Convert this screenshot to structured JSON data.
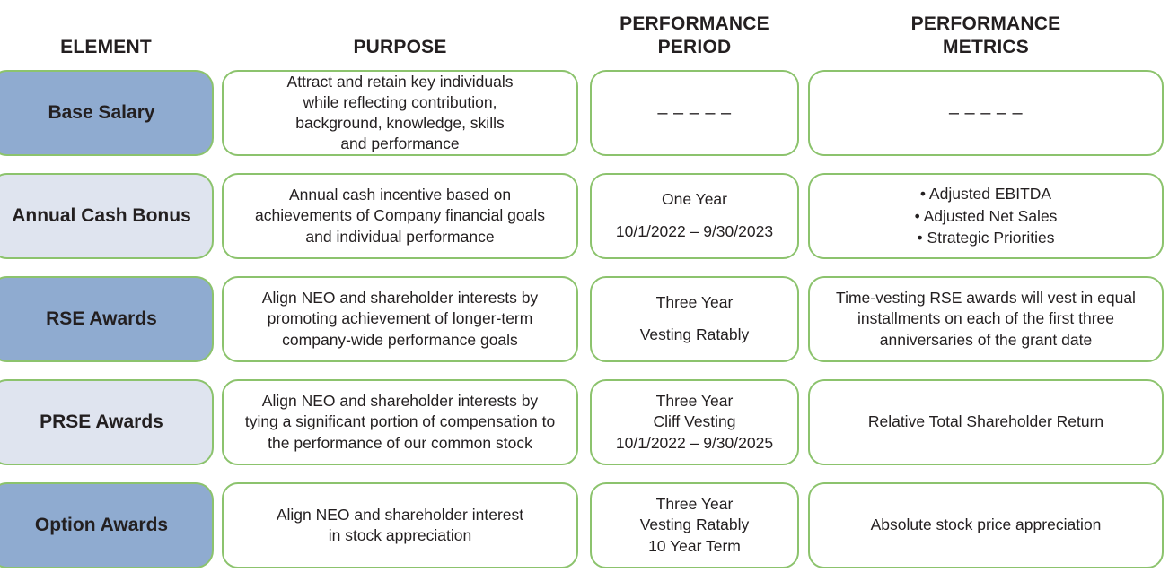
{
  "colors": {
    "border_green": "#8cc36d",
    "pill_dark_blue": "#8fabd0",
    "pill_light_blue": "#dfe4ef",
    "text_dark": "#231f20",
    "background": "#ffffff"
  },
  "headers": {
    "element": "ELEMENT",
    "purpose": "PURPOSE",
    "performance_period": "PERFORMANCE\nPERIOD",
    "performance_metrics": "PERFORMANCE\nMETRICS"
  },
  "rows": [
    {
      "element": "Base Salary",
      "purpose": "Attract and retain key individuals\nwhile reflecting contribution,\nbackground, knowledge, skills\nand performance",
      "performance_period": "– – – – –",
      "performance_metrics": "– – – – –",
      "shade": "dark"
    },
    {
      "element": "Annual Cash Bonus",
      "purpose": "Annual cash incentive based on\nachievements of Company financial goals\nand individual performance",
      "performance_period": "One Year\n10/1/2022 – 9/30/2023",
      "performance_metrics": "• Adjusted EBITDA\n• Adjusted Net Sales\n• Strategic Priorities",
      "shade": "light"
    },
    {
      "element": "RSE Awards",
      "purpose": "Align NEO and shareholder interests by\npromoting achievement of longer-term\ncompany-wide performance goals",
      "performance_period": "Three Year\nVesting Ratably",
      "performance_metrics": "Time-vesting RSE awards will vest in equal\ninstallments on each of the first three\nanniversaries of the grant date",
      "shade": "dark"
    },
    {
      "element": "PRSE Awards",
      "purpose": "Align NEO and shareholder interests by\ntying a significant portion of compensation to\nthe performance of our common stock",
      "performance_period": "Three Year\nCliff Vesting\n10/1/2022 – 9/30/2025",
      "performance_metrics": "Relative Total Shareholder Return",
      "shade": "light"
    },
    {
      "element": "Option Awards",
      "purpose": "Align NEO and shareholder interest\nin stock appreciation",
      "performance_period": "Three Year\nVesting Ratably\n10 Year Term",
      "performance_metrics": "Absolute stock price appreciation",
      "shade": "dark"
    }
  ]
}
